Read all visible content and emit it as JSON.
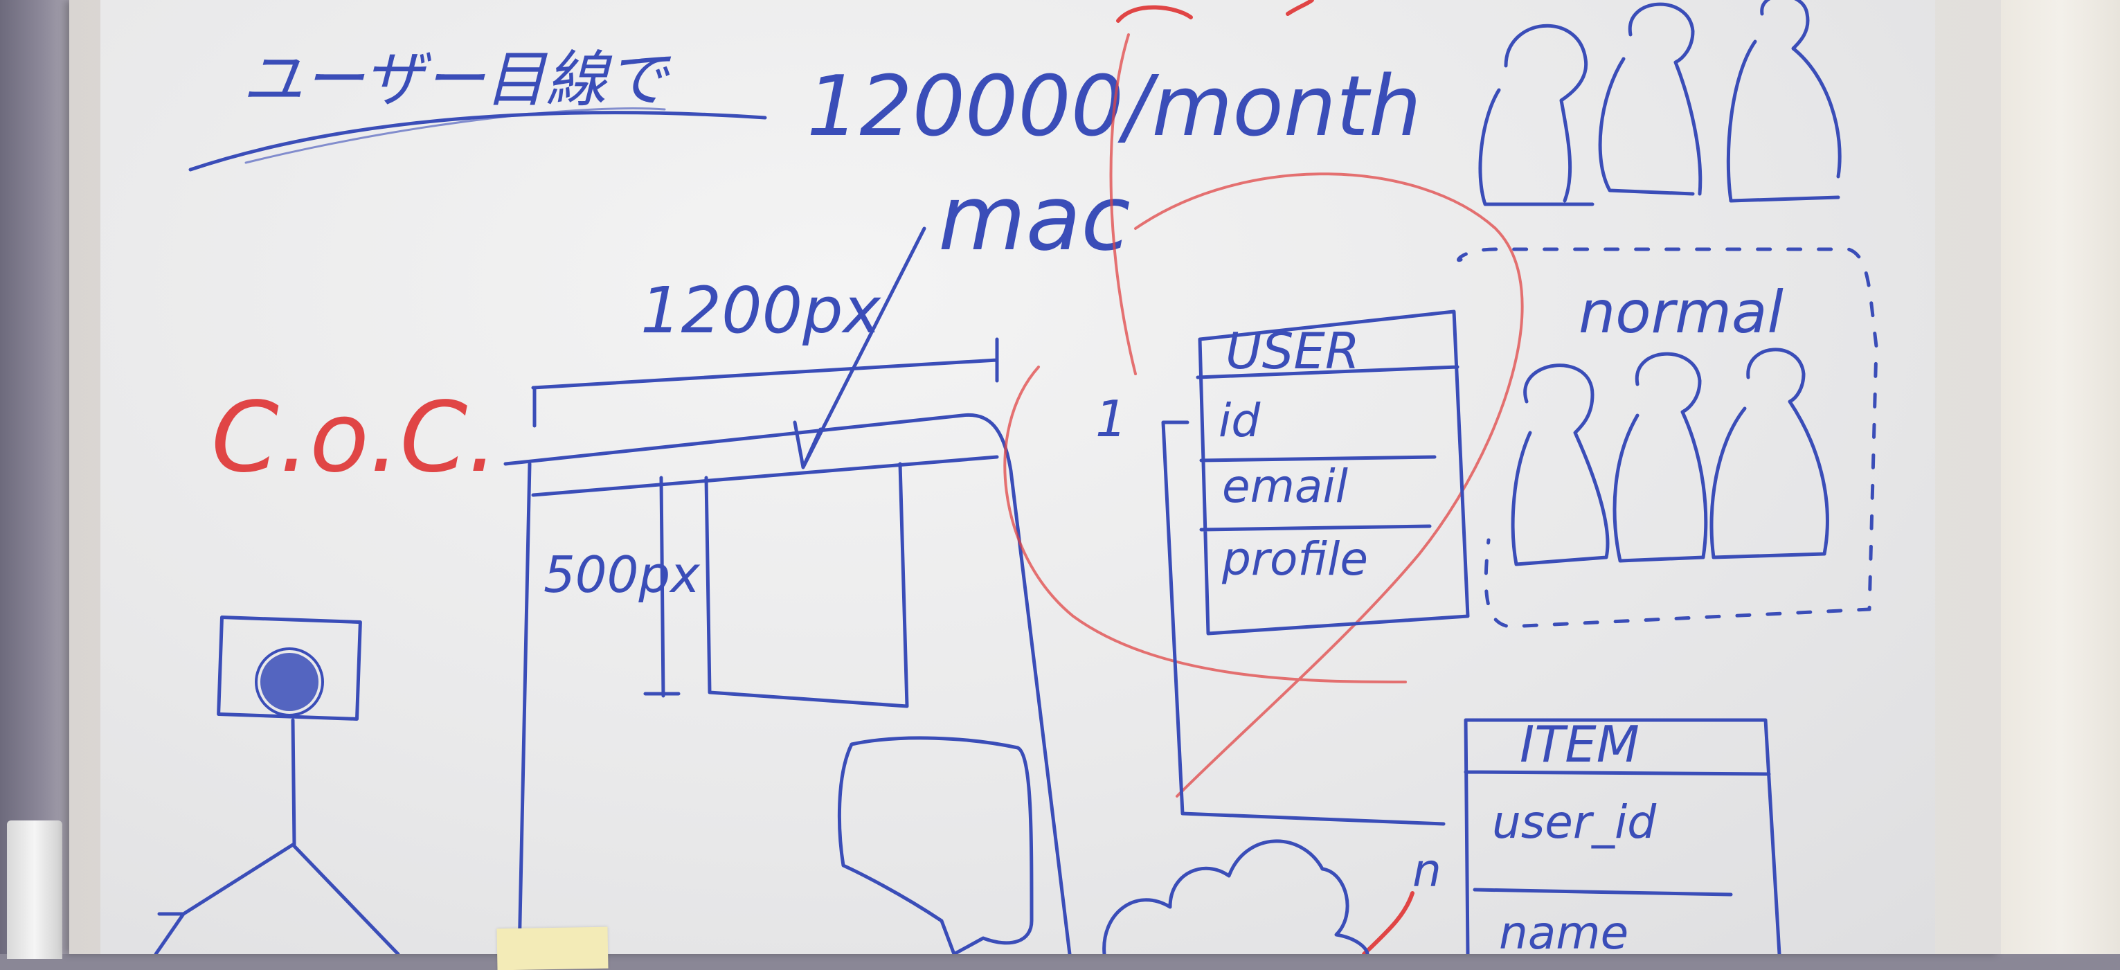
{
  "whiteboard": {
    "heading_jp": "ユーザー目線で",
    "price_text": "120000/month",
    "red_scrawl": "",
    "mac_label": "mac",
    "width_label": "1200px",
    "coc_label": "C.o.C.",
    "height_label": "500px",
    "relation_one": "1",
    "relation_n": "n",
    "persona_label": "normal",
    "user_table": {
      "title": "USER",
      "fields": [
        "id",
        "email",
        "profile"
      ]
    },
    "item_table": {
      "title": "ITEM",
      "fields": [
        "user_id",
        "name"
      ]
    }
  },
  "colors": {
    "blue_marker": "#3a4db8",
    "red_marker": "#e04545",
    "board": "#ececed"
  },
  "icons": {
    "people_top": "people-group-icon",
    "people_dashed": "people-group-icon",
    "tree_node": "scribbled-circle-icon",
    "cloud": "cloud-icon",
    "speech_bubble": "rounded-box-icon"
  }
}
